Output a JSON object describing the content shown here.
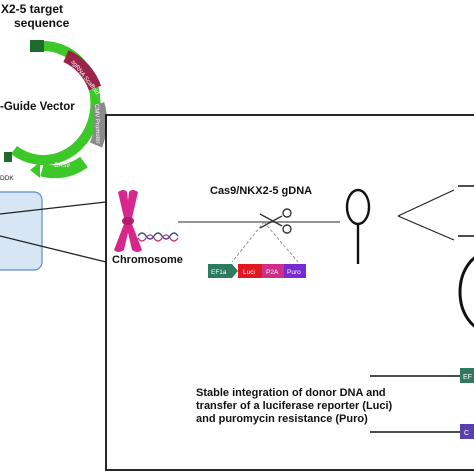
{
  "vector": {
    "target_title": "X2-5 target",
    "target_subtitle": "sequence",
    "name": "-Guide Vector",
    "features": {
      "sgrna": "sgRNA Scaffold",
      "cmv": "CMV Promoter",
      "cas9": "CAS9",
      "ddk": "DDK"
    },
    "colors": {
      "ring": "#3cc828",
      "sgrna": "#9a2447",
      "cmv": "#8a8a8a",
      "cas9": "#3cc828",
      "dark_green": "#1e6b2a"
    }
  },
  "panel": {
    "chromosome_label": "Chromosome",
    "gdna_label": "Cas9/NKX2-5 gDNA",
    "donor": {
      "promoter": "EF1a",
      "luci": "Luci",
      "p2a": "P2A",
      "puro": "Puro",
      "colors": {
        "promoter": "#2e7a5e",
        "luci": "#e01822",
        "p2a": "#cc2e8a",
        "puro": "#7a2bd0"
      }
    },
    "caption_lines": [
      "Stable integration of donor DNA and",
      "transfer of a luciferase reporter (Luci)",
      "and puromycin resistance (Puro)"
    ],
    "right_cut_labels": {
      "top": "EF",
      "bottom": "C"
    },
    "colors": {
      "chromosome": "#d8278a",
      "right_top_box": "#2e7a5e",
      "right_bottom_box": "#5a3fb0",
      "cell_box": "#d6e6f5"
    }
  }
}
